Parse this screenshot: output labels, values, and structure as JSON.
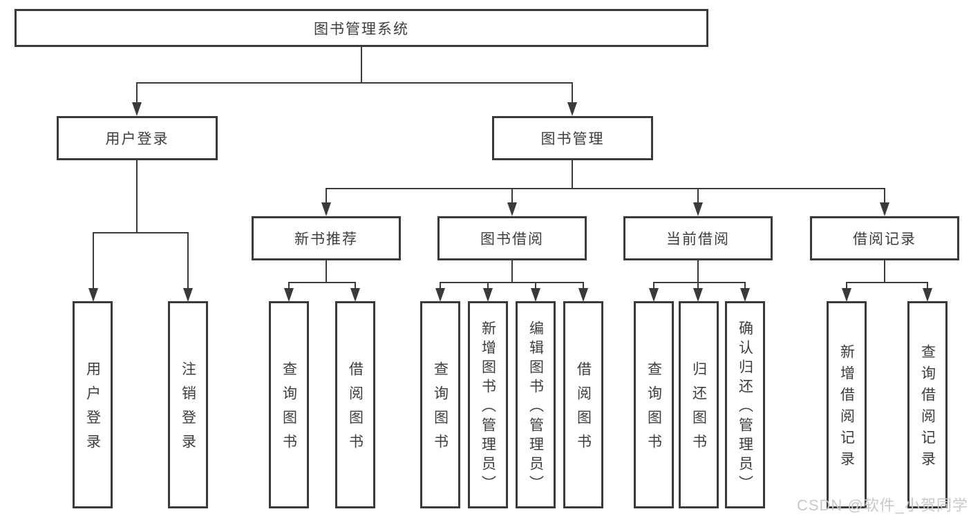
{
  "nodes": {
    "root": "图书管理系统",
    "user_login": "用户登录",
    "book_mgmt": "图书管理",
    "new_book_rec": "新书推荐",
    "book_borrow": "图书借阅",
    "current_borrow": "当前借阅",
    "borrow_record": "借阅记录",
    "leaf_user_login": "用户登录",
    "leaf_logout": "注销登录",
    "leaf_query_book_1": "查询图书",
    "leaf_borrow_book_1": "借阅图书",
    "leaf_query_book_2": "查询图书",
    "leaf_add_book": "新增图书（管理员）",
    "leaf_edit_book": "编辑图书（管理员）",
    "leaf_borrow_book_2": "借阅图书",
    "leaf_query_book_3": "查询图书",
    "leaf_return_book": "归还图书",
    "leaf_confirm_return": "确认归还（管理员）",
    "leaf_add_record": "新增借阅记录",
    "leaf_query_record": "查询借阅记录"
  },
  "watermark": "CSDN @软件_小贺同学",
  "colors": {
    "line": "#3a3a3a",
    "text": "#3d3d3d",
    "background": "#ffffff",
    "watermark": "#c8c8c8"
  }
}
